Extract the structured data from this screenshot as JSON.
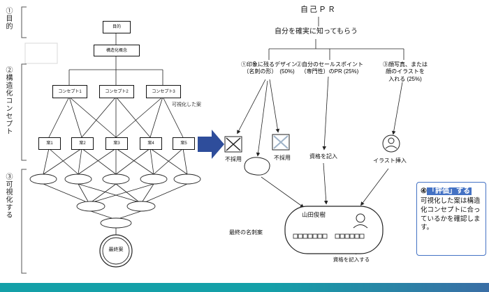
{
  "colors": {
    "accent_arrow_blue": "#2e4d9b",
    "callout_blue": "#4472c4",
    "footer_teal": "#14a0a8",
    "footer_blue": "#3a6ea5",
    "reject_x_light": "#9fb3c8"
  },
  "left_panel": {
    "axis_labels": [
      {
        "label": "①目的"
      },
      {
        "label": "②構造化コンセプト"
      },
      {
        "label": "③可視化する"
      }
    ],
    "tree": {
      "root": "目的",
      "statement": "構造化概念",
      "concepts": [
        "コンセプト1",
        "コンセプト2",
        "コンセプト3"
      ],
      "drafts": [
        "案1",
        "案2",
        "案3",
        "案4",
        "案5"
      ],
      "visualized_label": "可視化した案",
      "final": "最終案"
    }
  },
  "right_panel": {
    "title": "自己ＰＲ",
    "goal": "自分を確実に知ってもらう",
    "branches": [
      {
        "line1": "①印象に残るデザイン",
        "line2": "（名刺の形）　(50%)"
      },
      {
        "line1": "②自分のセールスポイント",
        "line2": "（専門性）のPR (25%)"
      },
      {
        "line1": "③顔写真、または",
        "line2": "顔のイラストを",
        "line3": "入れる (25%)"
      }
    ],
    "reject1": "不採用",
    "reject2": "不採用",
    "qualification": "資格を記入",
    "illustration": "イラスト挿入",
    "final_label": "最終の名刺案",
    "card_name": "山田俊樹",
    "note": "資格を記入する"
  },
  "callout": {
    "num": "④",
    "title": "「評価」する",
    "body": "可視化した案は構造化コンセプトに合っているかを確認します。"
  }
}
